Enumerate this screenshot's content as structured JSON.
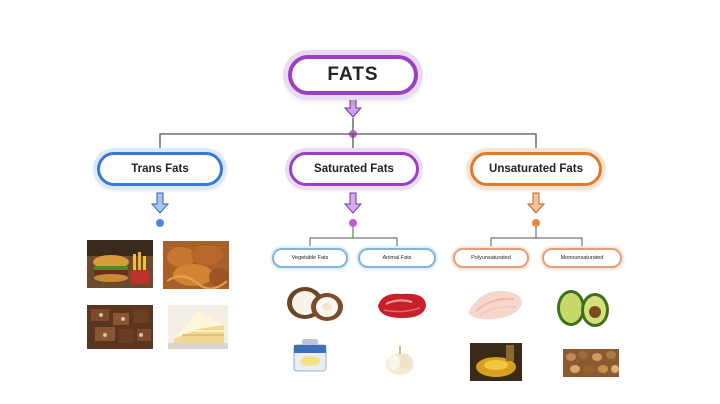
{
  "root": {
    "label": "FATS",
    "color": "#9b3fc4"
  },
  "categories": [
    {
      "id": "trans",
      "label": "Trans Fats",
      "color": "#3a78d6"
    },
    {
      "id": "saturated",
      "label": "Saturated Fats",
      "color": "#9b3fc4"
    },
    {
      "id": "unsaturated",
      "label": "Unsaturated Fats",
      "color": "#e07a2b"
    }
  ],
  "subcategories": {
    "saturated": [
      {
        "label": "Vegetable Fats"
      },
      {
        "label": "Animal Fats"
      }
    ],
    "unsaturated": [
      {
        "label": "Polyunsaturated"
      },
      {
        "label": "Monounsaturated"
      }
    ]
  },
  "food_images": [
    {
      "name": "burger-fries-image"
    },
    {
      "name": "fried-chicken-image"
    },
    {
      "name": "chocolate-cookies-image"
    },
    {
      "name": "cake-slice-image"
    },
    {
      "name": "coconut-image"
    },
    {
      "name": "red-meat-image"
    },
    {
      "name": "butter-image"
    },
    {
      "name": "garlic-lard-image"
    },
    {
      "name": "fish-fillet-image"
    },
    {
      "name": "avocado-image"
    },
    {
      "name": "oil-bottle-image"
    },
    {
      "name": "nuts-image"
    }
  ]
}
